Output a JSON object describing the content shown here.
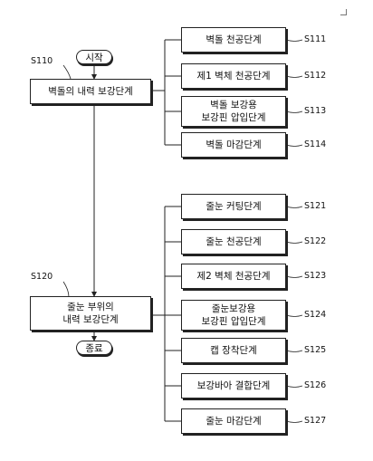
{
  "start": "시작",
  "end": "종료",
  "main_steps": [
    {
      "code": "S110",
      "lines": [
        "벽돌의 내력 보강단계"
      ]
    },
    {
      "code": "S120",
      "lines": [
        "줄눈 부위의",
        "내력 보강단계"
      ]
    }
  ],
  "group1": [
    {
      "code": "S111",
      "lines": [
        "벽돌 천공단계"
      ]
    },
    {
      "code": "S112",
      "lines": [
        "제1 벽체 천공단계"
      ]
    },
    {
      "code": "S113",
      "lines": [
        "벽돌 보강용",
        "보강핀 압입단계"
      ]
    },
    {
      "code": "S114",
      "lines": [
        "벽돌 마감단계"
      ]
    }
  ],
  "group2": [
    {
      "code": "S121",
      "lines": [
        "줄눈 커팅단계"
      ]
    },
    {
      "code": "S122",
      "lines": [
        "줄눈 천공단계"
      ]
    },
    {
      "code": "S123",
      "lines": [
        "제2 벽체 천공단계"
      ]
    },
    {
      "code": "S124",
      "lines": [
        "줄눈보강용",
        "보강핀 압입단계"
      ]
    },
    {
      "code": "S125",
      "lines": [
        "캡 장착단계"
      ]
    },
    {
      "code": "S126",
      "lines": [
        "보강바아 결합단계"
      ]
    },
    {
      "code": "S127",
      "lines": [
        "줄눈 마감단계"
      ]
    }
  ]
}
